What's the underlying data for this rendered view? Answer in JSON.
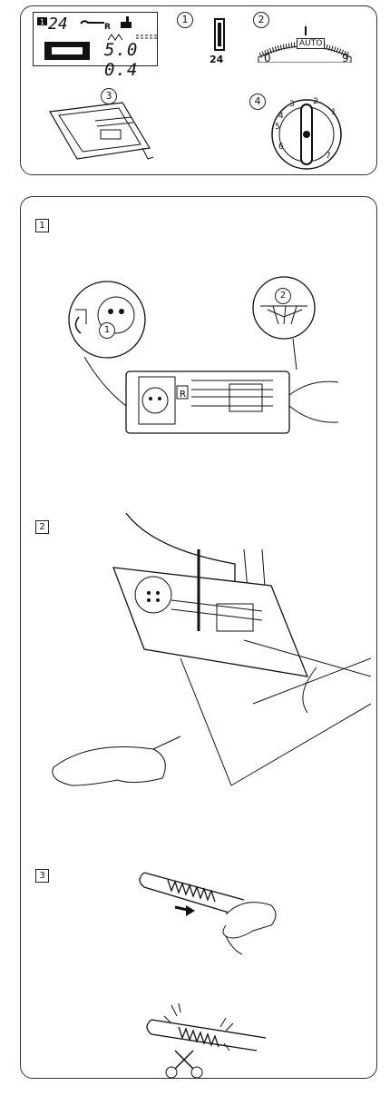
{
  "panel_top": {
    "lcd": {
      "pattern": "24",
      "length": "5.0",
      "width": "0.4",
      "sub_label": "R"
    },
    "callouts": [
      "1",
      "2",
      "3",
      "4"
    ],
    "stitch_number": "24",
    "dial": {
      "auto": "AUTO",
      "min": "0",
      "max": "9"
    },
    "knob": {
      "labels": [
        "1",
        "2",
        "3",
        "4",
        "5",
        "6",
        "7"
      ]
    }
  },
  "panel_main": {
    "steps": [
      "1",
      "2",
      "3"
    ],
    "callouts": [
      "1",
      "2"
    ]
  }
}
